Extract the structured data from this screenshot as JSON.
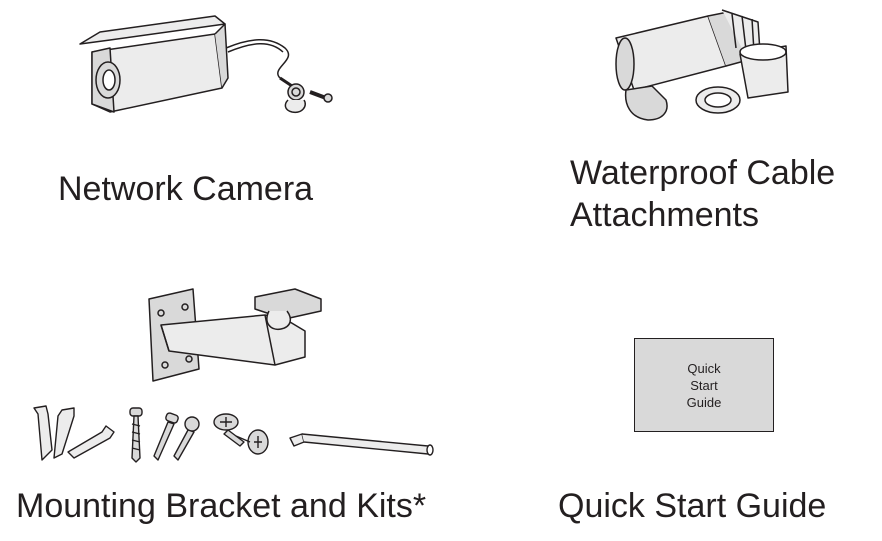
{
  "items": {
    "camera": {
      "label": "Network Camera"
    },
    "waterproof": {
      "label_line1": "Waterproof Cable",
      "label_line2": "Attachments"
    },
    "bracket": {
      "label": "Mounting Bracket and Kits*"
    },
    "guide": {
      "label": "Quick Start Guide",
      "booklet_text": [
        "Quick",
        "Start",
        "Guide"
      ]
    }
  },
  "colors": {
    "line": "#231f20",
    "fill_light": "#ececec",
    "fill_mid": "#d9d9d9",
    "background": "#ffffff"
  }
}
